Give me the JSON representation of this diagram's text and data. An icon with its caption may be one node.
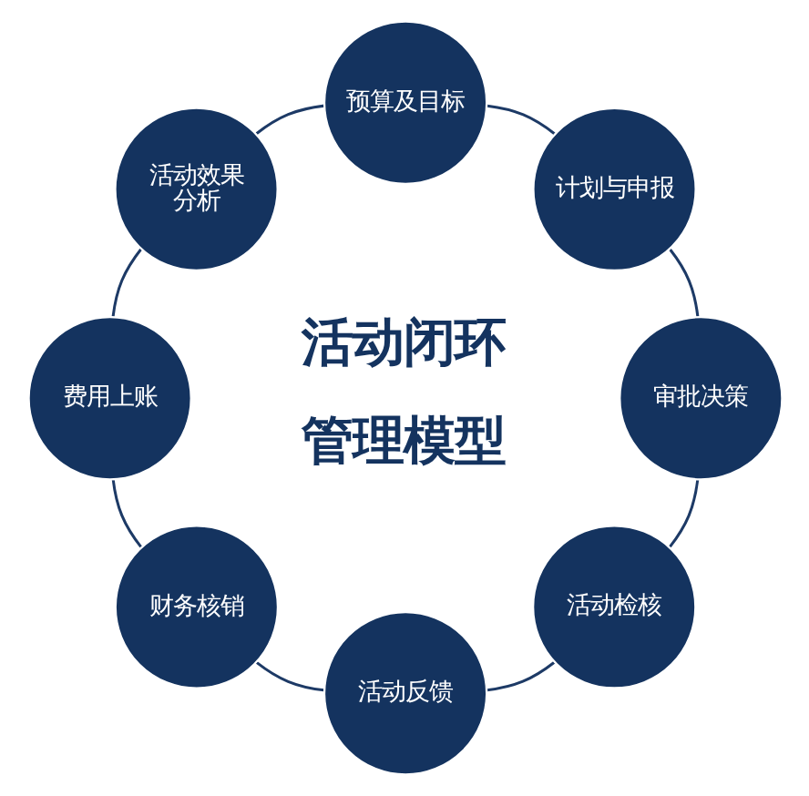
{
  "diagram": {
    "nodes": [
      {
        "text": [
          "预算及目标"
        ]
      },
      {
        "text": [
          "计划与申报"
        ]
      },
      {
        "text": [
          "审批决策"
        ]
      },
      {
        "text": [
          "活动检核"
        ]
      },
      {
        "text": [
          "活动反馈"
        ]
      },
      {
        "text": [
          "财务核销"
        ]
      },
      {
        "text": [
          "费用上账"
        ]
      },
      {
        "text": [
          "活动效果分析"
        ]
      }
    ],
    "edges": [
      {
        "from": 0,
        "to": 1,
        "arrow": "none"
      },
      {
        "from": 1,
        "to": 2,
        "arrow": "none"
      },
      {
        "from": 2,
        "to": 3,
        "arrow": "none"
      },
      {
        "from": 3,
        "to": 4,
        "arrow": "none"
      },
      {
        "from": 4,
        "to": 5,
        "arrow": "none"
      },
      {
        "from": 5,
        "to": 6,
        "arrow": "none"
      },
      {
        "from": 6,
        "to": 7,
        "arrow": "none"
      },
      {
        "from": 7,
        "to": 0,
        "arrow": "none"
      }
    ],
    "labels": [
      "活动闭环管理模型"
    ]
  }
}
